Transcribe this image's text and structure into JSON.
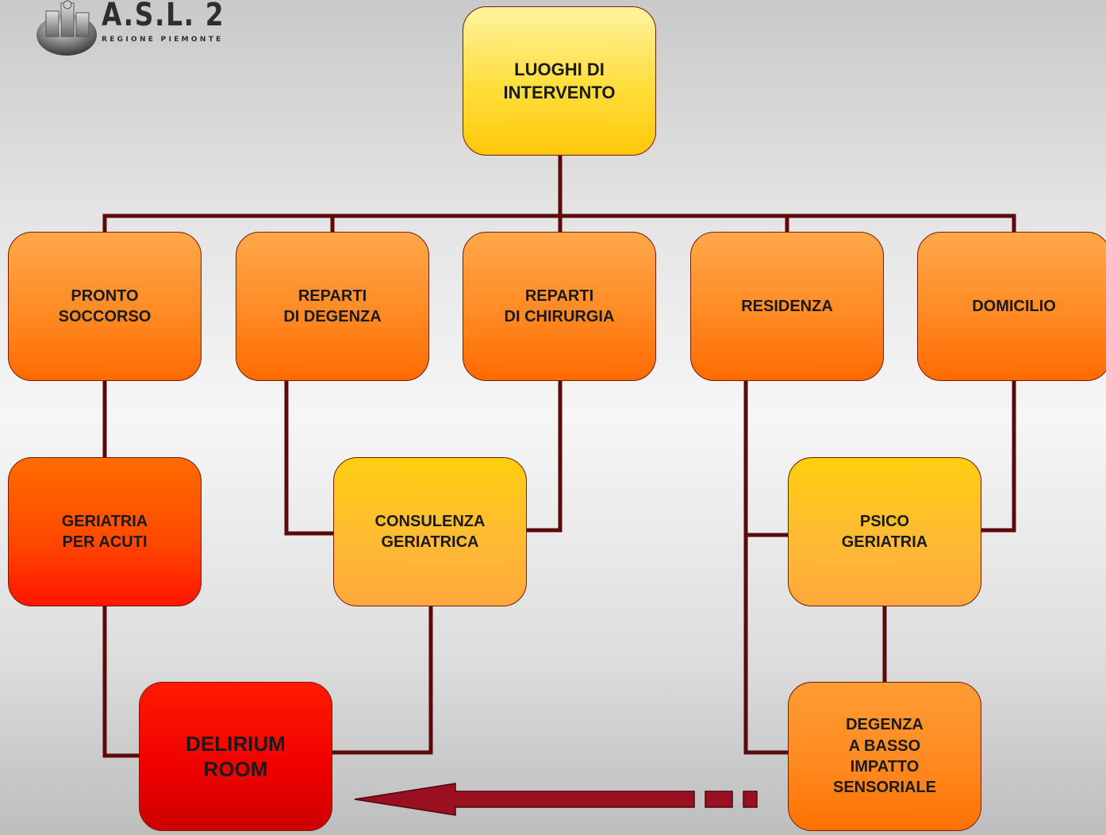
{
  "logo": {
    "title": "A.S.L. 2",
    "subtitle": "REGIONE PIEMONTE"
  },
  "nodes": {
    "root": "LUOGHI DI\nINTERVENTO",
    "pronto_soccorso": "PRONTO\nSOCCORSO",
    "reparti_degenza": "REPARTI\nDI DEGENZA",
    "reparti_chirurgia": "REPARTI\nDI CHIRURGIA",
    "residenza": "RESIDENZA",
    "domicilio": "DOMICILIO",
    "geriatria_acuti": "GERIATRIA\nPER ACUTI",
    "consulenza_geriatrica": "CONSULENZA\nGERIATRICA",
    "psicogeriatria": "PSICO\nGERIATRIA",
    "delirium_room": "DELIRIUM\nROOM",
    "degenza_basso_impatto": "DEGENZA\nA BASSO\nIMPATTO\nSENSORIALE"
  },
  "colors": {
    "connector": "#5a0a0a",
    "arrow": "#9b1020"
  }
}
